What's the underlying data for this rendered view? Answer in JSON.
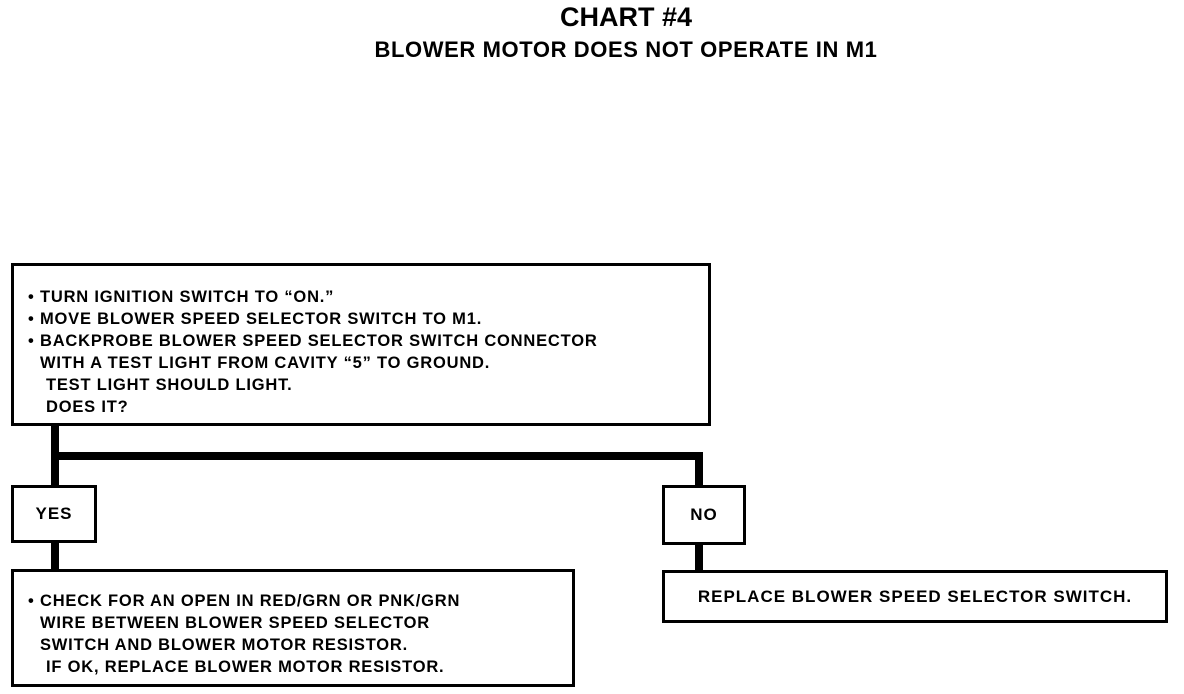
{
  "chart": {
    "title": "CHART #4",
    "subtitle": "BLOWER MOTOR DOES NOT OPERATE IN M1"
  },
  "start_box": {
    "bullets": [
      "TURN IGNITION SWITCH TO “ON.”",
      "MOVE BLOWER SPEED SELECTOR SWITCH TO M1.",
      "BACKPROBE BLOWER SPEED SELECTOR SWITCH CONNECTOR"
    ],
    "continuation": "WITH A TEST LIGHT FROM CAVITY “5” TO GROUND.",
    "question_line_1": "TEST LIGHT SHOULD LIGHT.",
    "question_line_2": "DOES IT?",
    "bullet_symbol": "•"
  },
  "branches": {
    "yes_label": "YES",
    "no_label": "NO"
  },
  "yes_result": {
    "bullet": "CHECK FOR AN OPEN IN RED/GRN OR PNK/GRN",
    "line_2": "WIRE BETWEEN BLOWER SPEED SELECTOR",
    "line_3": "SWITCH AND BLOWER MOTOR RESISTOR.",
    "line_4": "IF OK, REPLACE BLOWER MOTOR RESISTOR."
  },
  "no_result": {
    "text": "REPLACE BLOWER SPEED SELECTOR SWITCH."
  },
  "colors": {
    "line": "#000000",
    "background": "#ffffff"
  }
}
